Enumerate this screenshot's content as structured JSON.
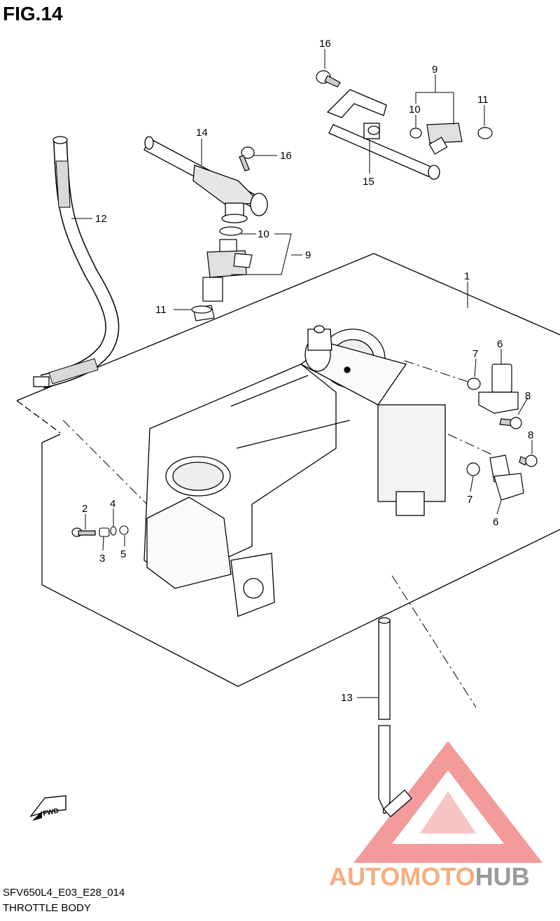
{
  "figure": {
    "title": "FIG.14",
    "code": "SFV650L4_E03_E28_014",
    "name": "THROTTLE BODY"
  },
  "direction_label": "FWD",
  "callouts": {
    "c16a": "16",
    "c16b": "16",
    "c9a": "9",
    "c9b": "9",
    "c10a": "10",
    "c10b": "10",
    "c11a": "11",
    "c11b": "11",
    "c14": "14",
    "c15": "15",
    "c12": "12",
    "c1": "1",
    "c7a": "7",
    "c7b": "7",
    "c6a": "6",
    "c6b": "6",
    "c8a": "8",
    "c8b": "8",
    "c2": "2",
    "c3": "3",
    "c4": "4",
    "c5": "5",
    "c13": "13"
  },
  "watermark": {
    "text_a": "AUTO",
    "text_b": "MOTO",
    "text_c": "HUB",
    "color_primary": "#f4a06a",
    "color_secondary": "#f07a7a",
    "color_dark": "#8a8a8a"
  }
}
